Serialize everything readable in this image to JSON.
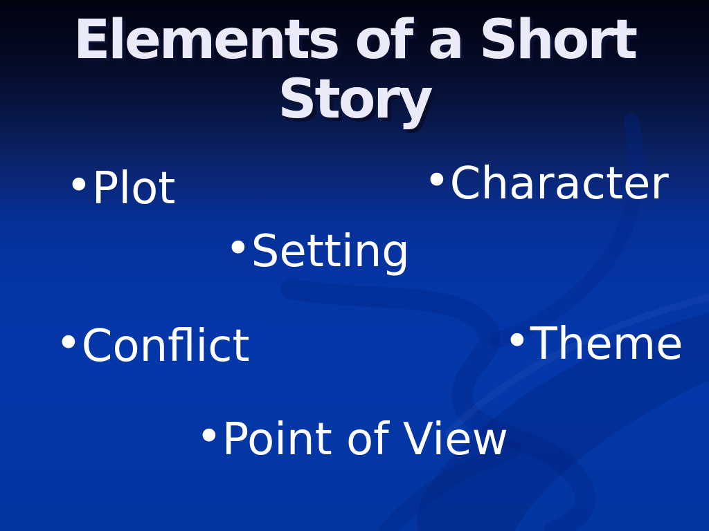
{
  "slide": {
    "title_lines": [
      "Elements of a Short",
      "Story"
    ],
    "bullet_char": "•",
    "bullets": [
      {
        "id": "plot",
        "label": "Plot"
      },
      {
        "id": "character",
        "label": "Character"
      },
      {
        "id": "setting",
        "label": "Setting"
      },
      {
        "id": "conflict",
        "label": "Conflict"
      },
      {
        "id": "theme",
        "label": "Theme"
      },
      {
        "id": "pov",
        "label": "Point of View"
      }
    ],
    "colors": {
      "background_top": "#010310",
      "background_mid": "#0B2368",
      "background_bottom": "#0336A0",
      "title_fill": "#EAEAF8",
      "title_shadow": "#0A0E2E",
      "body_text": "#FFFFFF",
      "swirl_dark": "#02288C",
      "swirl_highlight": "#5F83D6"
    }
  }
}
